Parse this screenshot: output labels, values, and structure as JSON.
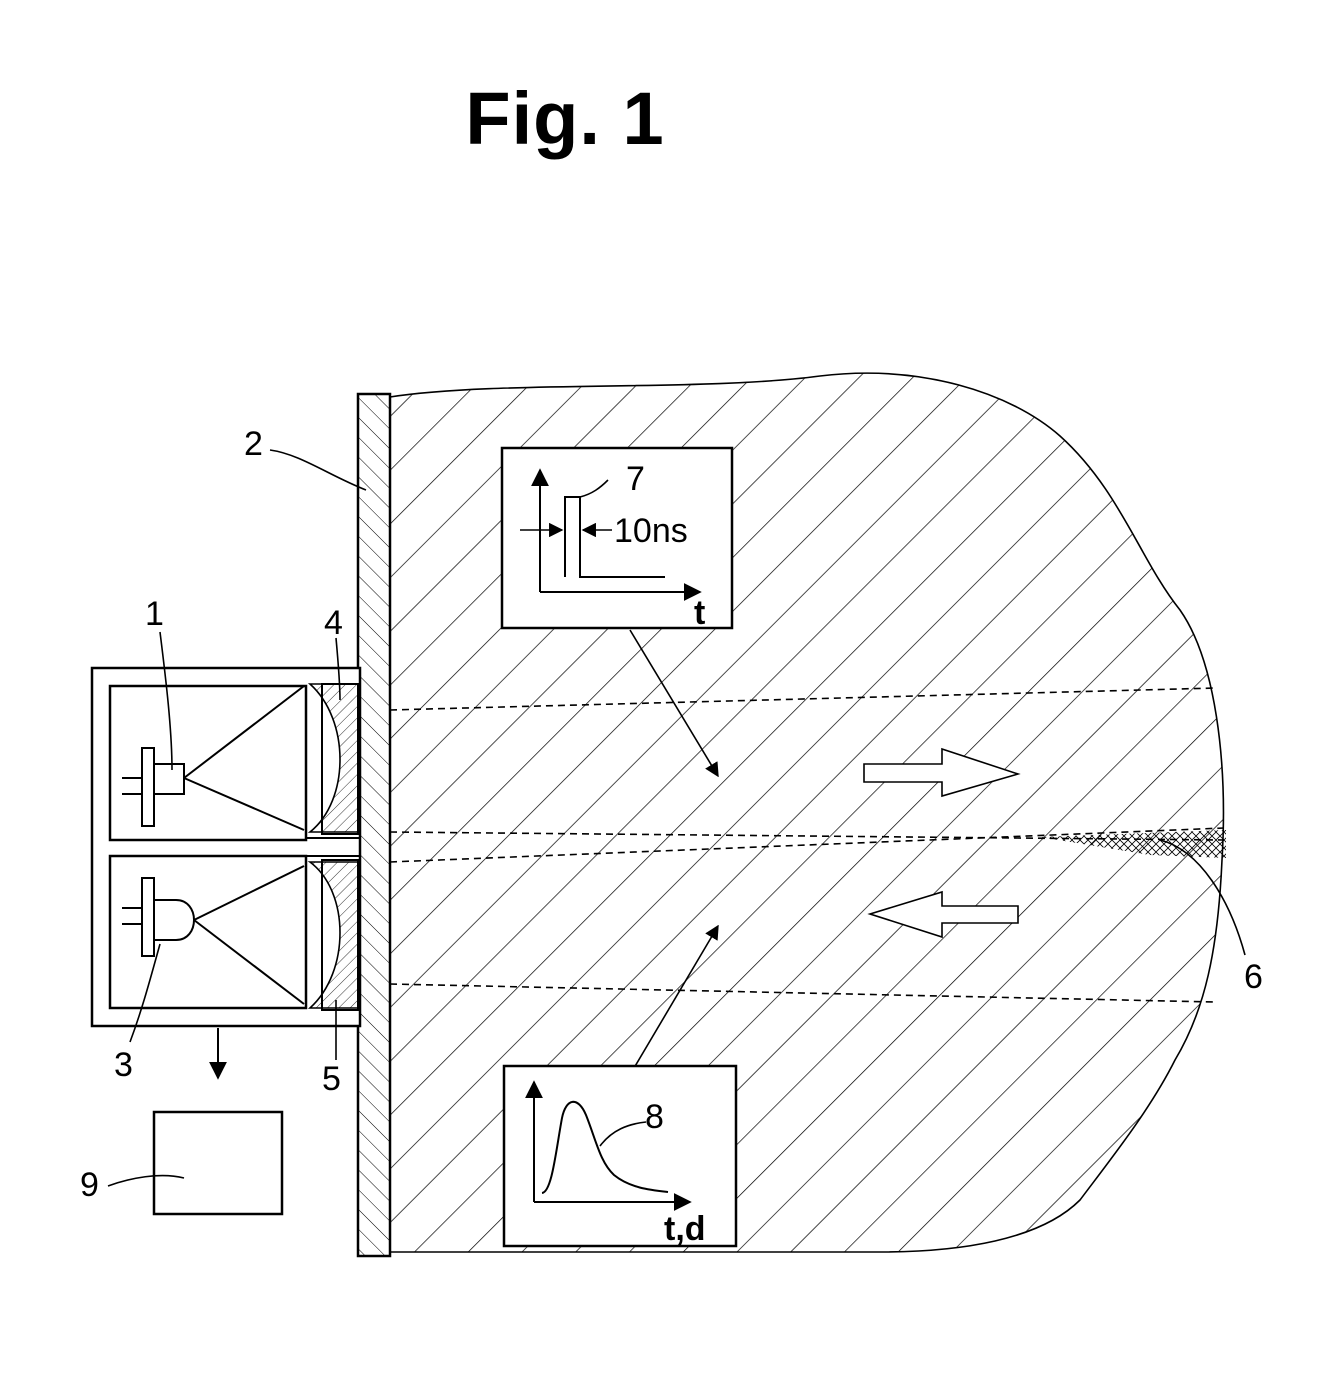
{
  "figure": {
    "title": "Fig. 1"
  },
  "labels": {
    "ref_1": "1",
    "ref_2": "2",
    "ref_3": "3",
    "ref_4": "4",
    "ref_5": "5",
    "ref_6": "6",
    "ref_7": "7",
    "ref_8": "8",
    "ref_9": "9"
  },
  "inset_pulse": {
    "width_label": "10ns",
    "axis_label": "t"
  },
  "inset_response": {
    "axis_label": "t,d"
  },
  "colors": {
    "ink": "#000000",
    "paper": "#ffffff"
  }
}
